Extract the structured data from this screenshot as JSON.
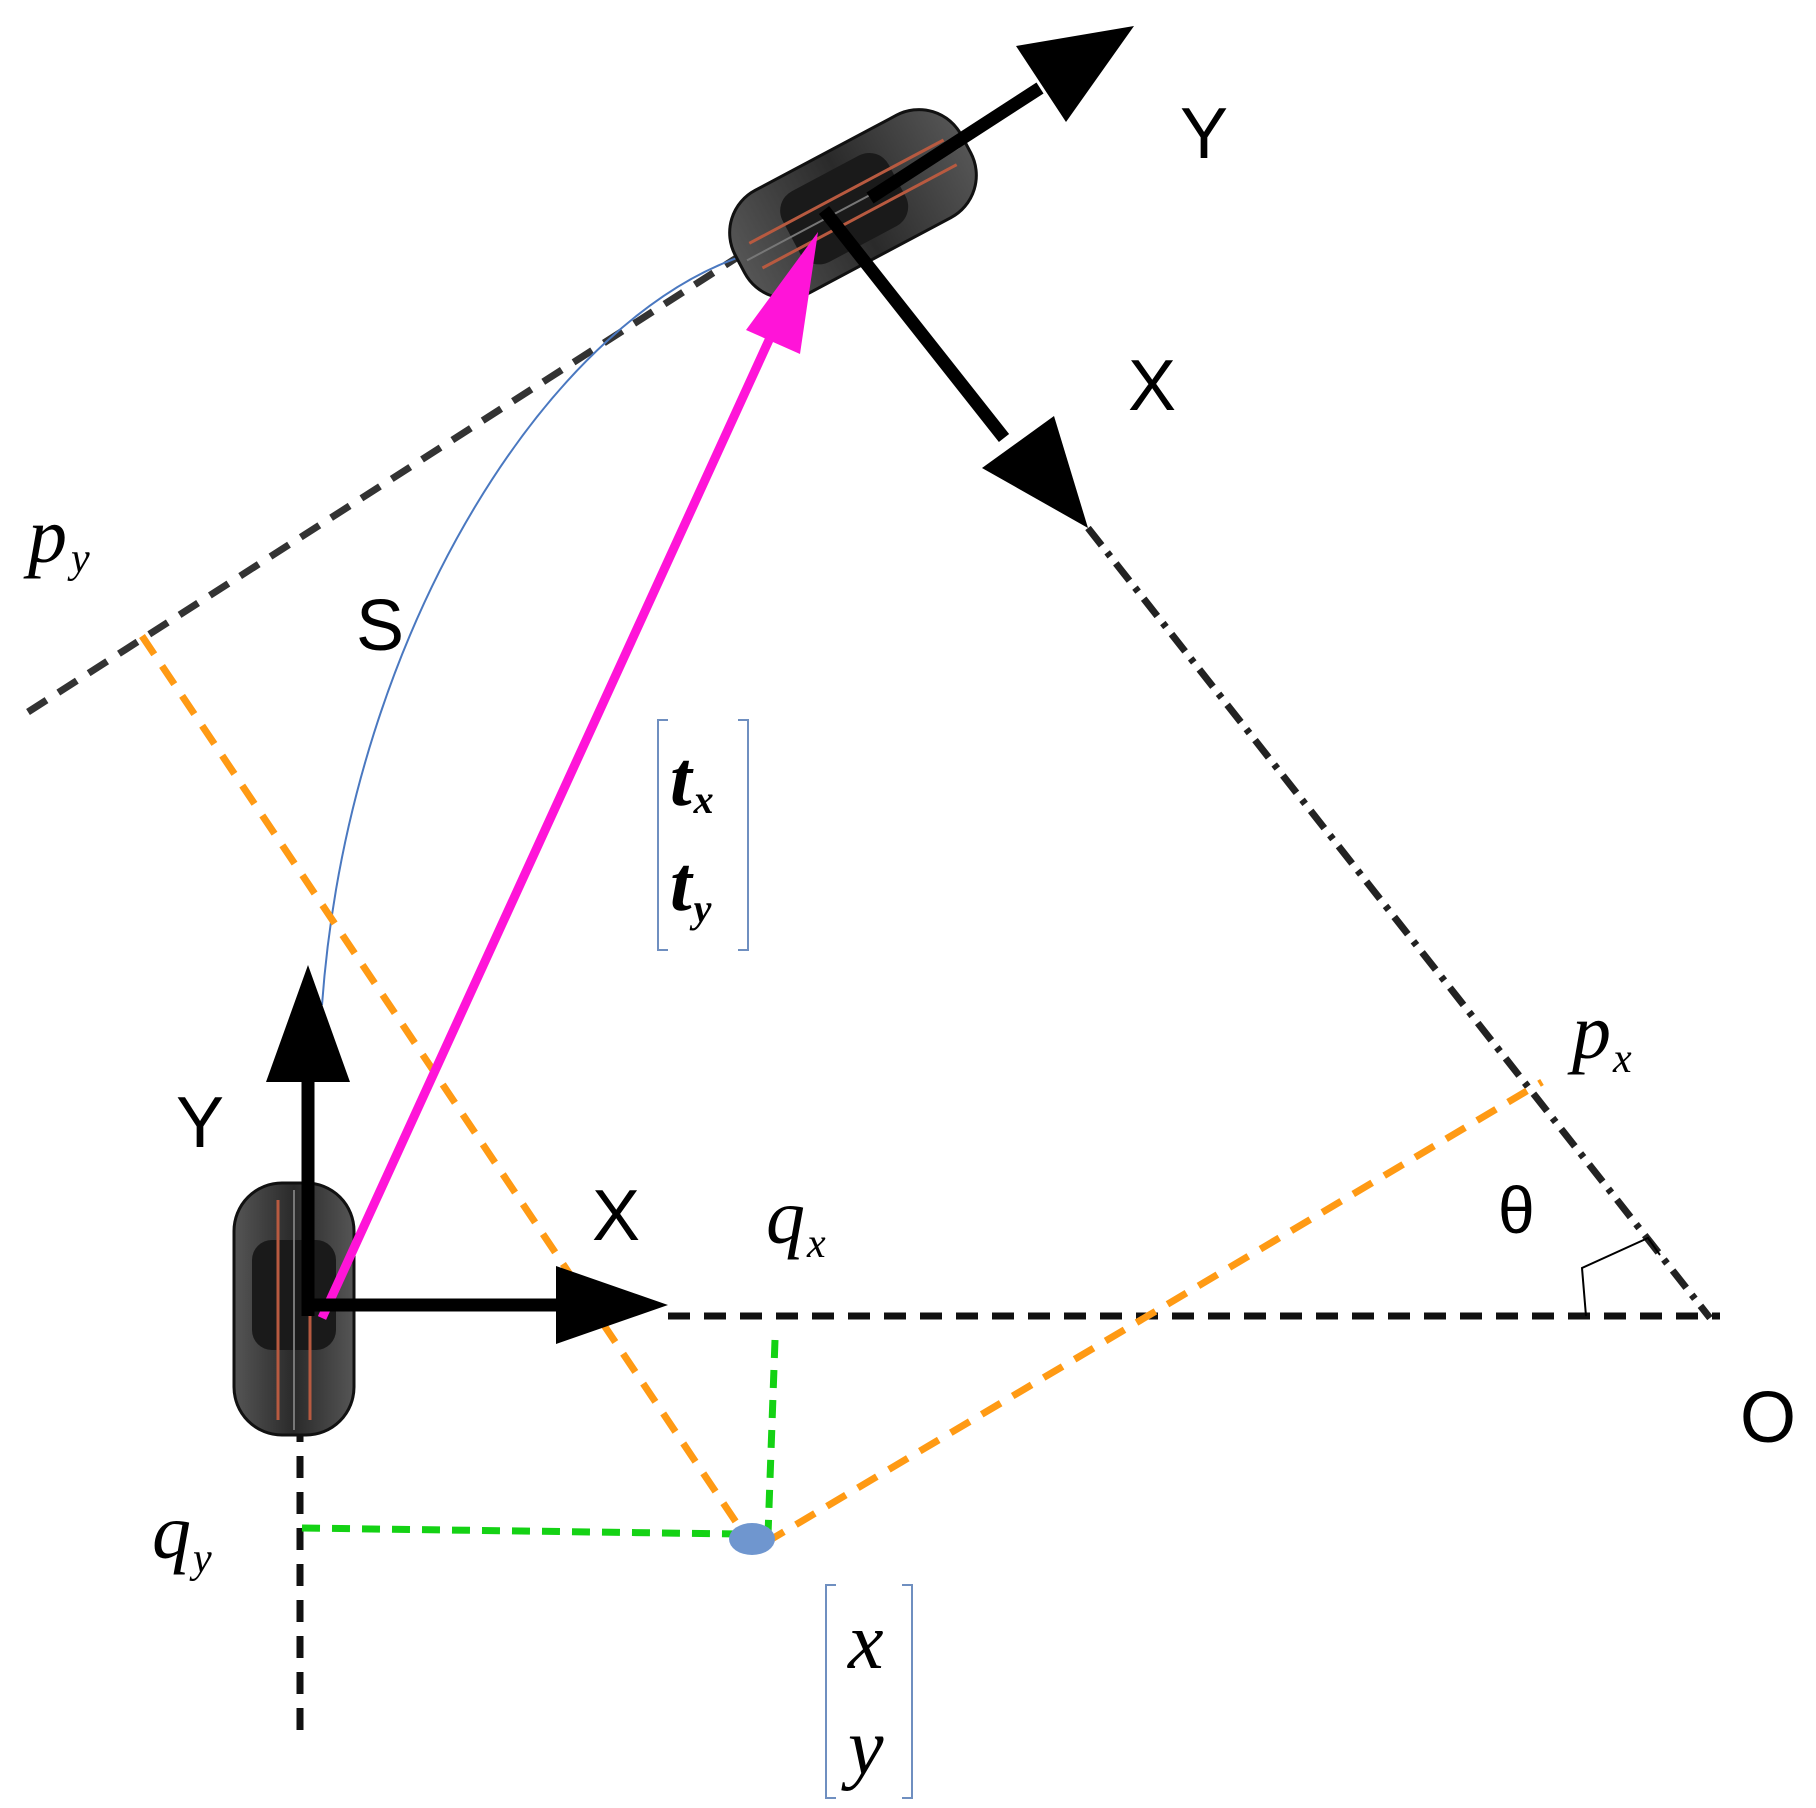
{
  "labels": {
    "y_top": "Y",
    "x_top": "X",
    "p_y_main": "p",
    "p_y_sub": "y",
    "arc_s": "S",
    "t_x_main": "t",
    "t_x_sub": "x",
    "t_y_main": "t",
    "t_y_sub": "y",
    "y_bottom": "Y",
    "x_bottom": "X",
    "q_x_main": "q",
    "q_x_sub": "x",
    "p_x_main": "p",
    "p_x_sub": "x",
    "theta": "θ",
    "origin": "O",
    "q_y_main": "q",
    "q_y_sub": "y",
    "point_x": "x",
    "point_y": "y"
  },
  "icons": {
    "car_top": "car-top-view-icon",
    "car_bottom": "car-top-view-icon",
    "point": "point-marker-icon"
  },
  "colors": {
    "axes": "#000000",
    "dashed_frame": "#333333",
    "translation_vector": "#ff14d8",
    "projection_orange": "#ff9a14",
    "projection_green": "#14d214",
    "arc_path": "#4a78c0",
    "point_fill": "#6f96cf",
    "bracket": "#6f8fc0"
  }
}
